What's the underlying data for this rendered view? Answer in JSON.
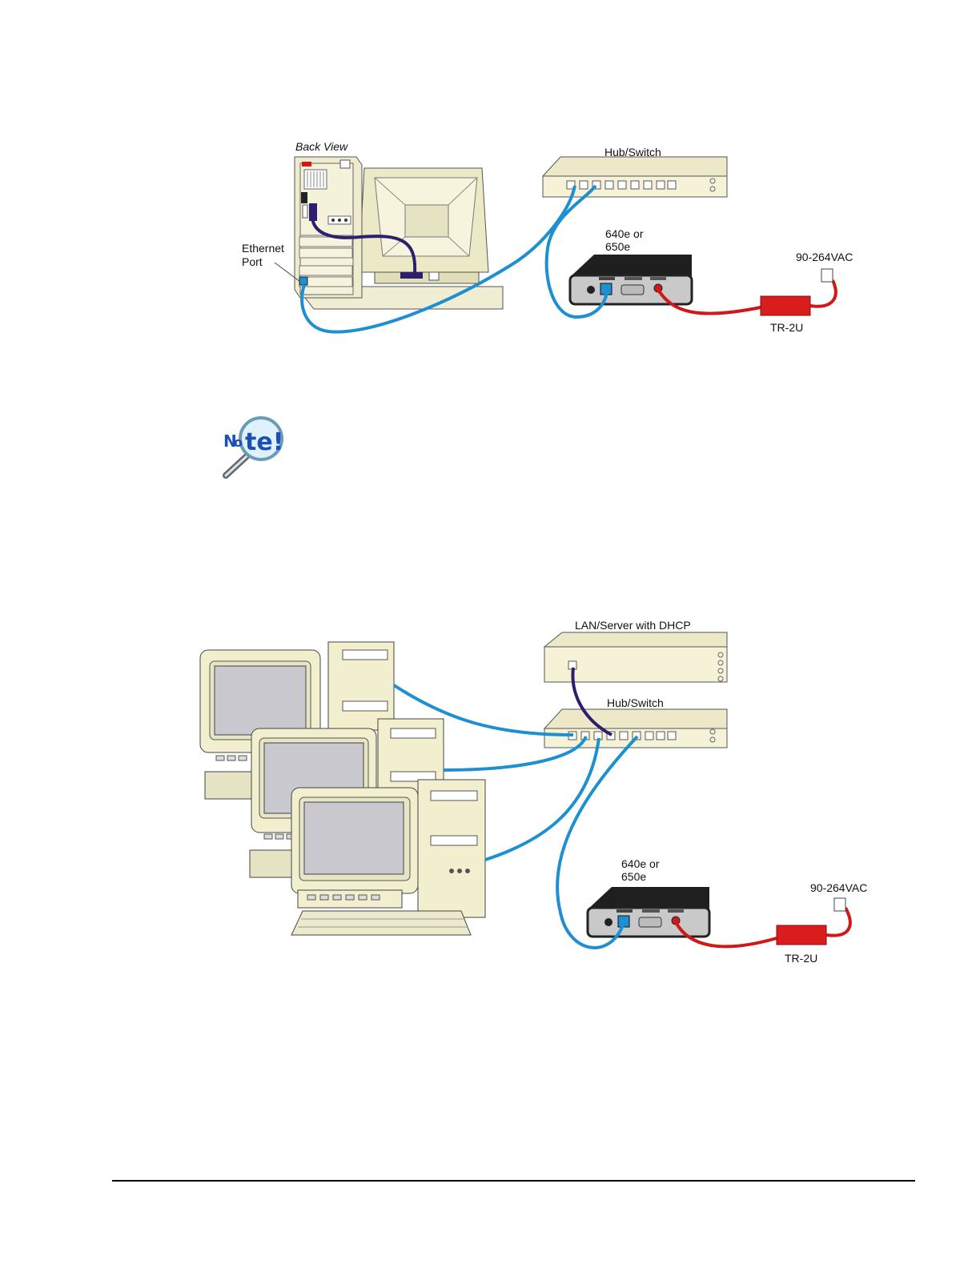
{
  "diagram1": {
    "labels": {
      "back_view": "Back View",
      "hub_switch": "Hub/Switch",
      "device_line1": "640e or",
      "device_line2": "650e",
      "ethernet_line1": "Ethernet",
      "ethernet_line2": "Port",
      "power": "90-264VAC",
      "adapter": "TR-2U"
    }
  },
  "note_icon": {
    "text": "Note!",
    "icon": "magnifier-note-icon"
  },
  "diagram2": {
    "labels": {
      "lan_server": "LAN/Server with DHCP",
      "hub_switch": "Hub/Switch",
      "device_line1": "640e or",
      "device_line2": "650e",
      "power": "90-264VAC",
      "adapter": "TR-2U"
    }
  },
  "colors": {
    "ethernet_cable": "#1e8fd0",
    "power_cable": "#d01818",
    "data_cable": "#2b1f6e",
    "device_body": "#2a2a2a",
    "beige": "#f2efcf"
  }
}
